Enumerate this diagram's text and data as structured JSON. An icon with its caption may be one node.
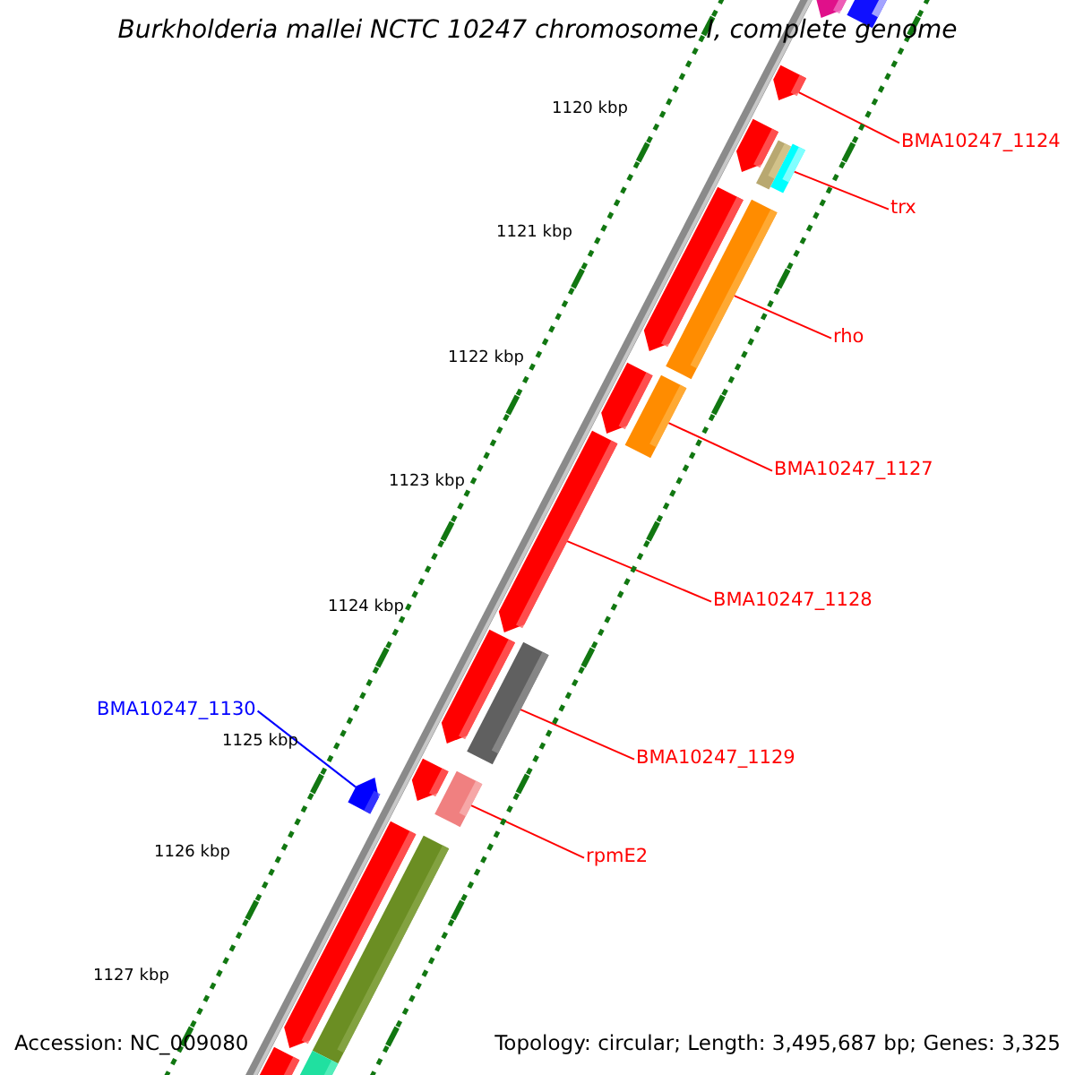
{
  "diagram": {
    "title": "Burkholderia mallei NCTC 10247 chromosome I, complete genome",
    "nodes": [
      {
        "text": [
          "BMA10247_1124"
        ]
      },
      {
        "text": [
          "trx"
        ]
      },
      {
        "text": [
          "rho"
        ]
      },
      {
        "text": [
          "BMA10247_1127"
        ]
      },
      {
        "text": [
          "BMA10247_1128"
        ]
      },
      {
        "text": [
          "BMA10247_1129"
        ]
      },
      {
        "text": [
          "rpmE2"
        ]
      },
      {
        "text": [
          "BMA10247_1130"
        ]
      },
      {
        "text": [],
        "shape": "arrow"
      },
      {
        "text": [],
        "shape": "bar"
      },
      {
        "text": [],
        "shape": "bar"
      },
      {
        "text": [],
        "shape": "bar"
      },
      {
        "text": [],
        "shape": "arrow"
      },
      {
        "text": [],
        "shape": "bar"
      },
      {
        "text": [],
        "shape": "bar"
      },
      {
        "text": [],
        "shape": "arrow"
      },
      {
        "text": [],
        "shape": "arrow"
      },
      {
        "text": [],
        "shape": "bar"
      },
      {
        "text": [],
        "shape": "arrow"
      },
      {
        "text": [],
        "shape": "bar"
      },
      {
        "text": [],
        "shape": "arrow"
      },
      {
        "text": [],
        "shape": "arrow"
      },
      {
        "text": [],
        "shape": "arrow"
      },
      {
        "text": [],
        "shape": "arrow"
      },
      {
        "text": [],
        "shape": "arrow"
      },
      {
        "text": [],
        "shape": "arrow"
      },
      {
        "text": [],
        "shape": "bar"
      },
      {
        "text": [],
        "shape": "bar"
      }
    ],
    "edges": [
      {
        "from": 0,
        "to": 8,
        "arrow": "none"
      },
      {
        "from": 1,
        "to": 9,
        "arrow": "none"
      },
      {
        "from": 2,
        "to": 10,
        "arrow": "none"
      },
      {
        "from": 3,
        "to": 11,
        "arrow": "none"
      },
      {
        "from": 4,
        "to": 12,
        "arrow": "none"
      },
      {
        "from": 5,
        "to": 13,
        "arrow": "none"
      },
      {
        "from": 6,
        "to": 14,
        "arrow": "none"
      },
      {
        "from": 7,
        "to": 15,
        "arrow": "none",
        "color": "#0000ff"
      }
    ],
    "labels": [
      "1120 kbp",
      "1121 kbp",
      "1122 kbp",
      "1123 kbp",
      "1124 kbp",
      "1125 kbp",
      "1126 kbp",
      "1127 kbp",
      "Accession: NC_009080",
      "Topology: circular; Length: 3,495,687 bp; Genes: 3,325"
    ]
  }
}
